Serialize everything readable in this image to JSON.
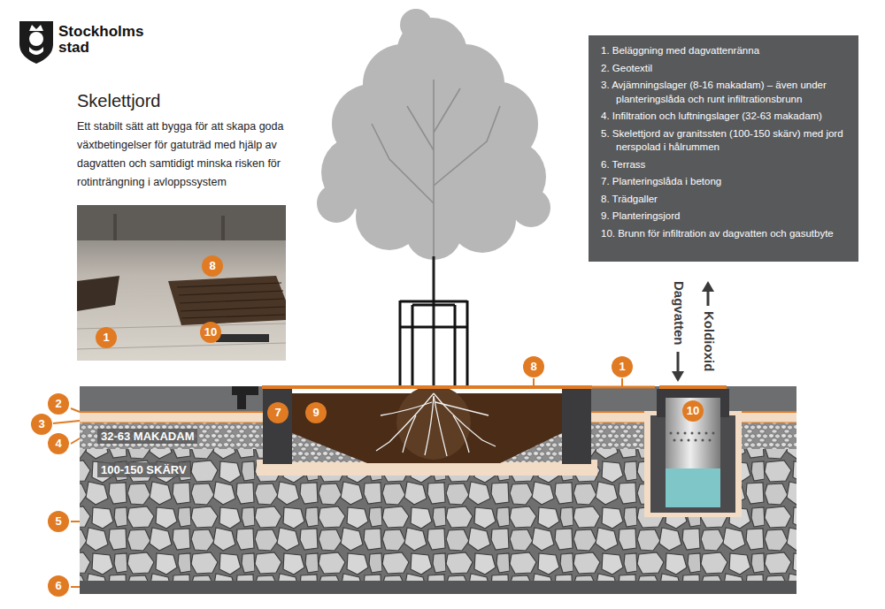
{
  "diagram": {
    "title": "Skelettjord",
    "nodes": [
      {
        "text": [
          "1. Beläggning med dagvattenränna",
          "2. Geotextil",
          "3. Avjämningslager (8-16 makadam) – även under planteringslåda och runt infiltrationsbrunn",
          "4. Infiltration och luftningslager (32-63 makadam)",
          "5. Skelettjord av granitssten (100-150 skärv) med jord nerspolad i hålrummen",
          "6. Terrass",
          "7. Planteringslåda i betong",
          "8. Trädgaller",
          "9. Planteringsjord",
          "10. Brunn för infiltration av dagvatten och gasutbyte"
        ]
      }
    ],
    "labels": [
      "Stockholms stad",
      "Ett stabilt sätt att bygga för att skapa goda växtbetingelser för gatuträd med hjälp av dagvatten och samtidigt minska risken för rotinträngning i avloppssystem",
      "8",
      "1",
      "10",
      "Dagvatten",
      "Koldioxid",
      "8",
      "1",
      "10",
      "7",
      "9",
      "2",
      "3",
      "4",
      "5",
      "6",
      "32-63 MAKADAM",
      "100-150 SKÄRV"
    ]
  }
}
